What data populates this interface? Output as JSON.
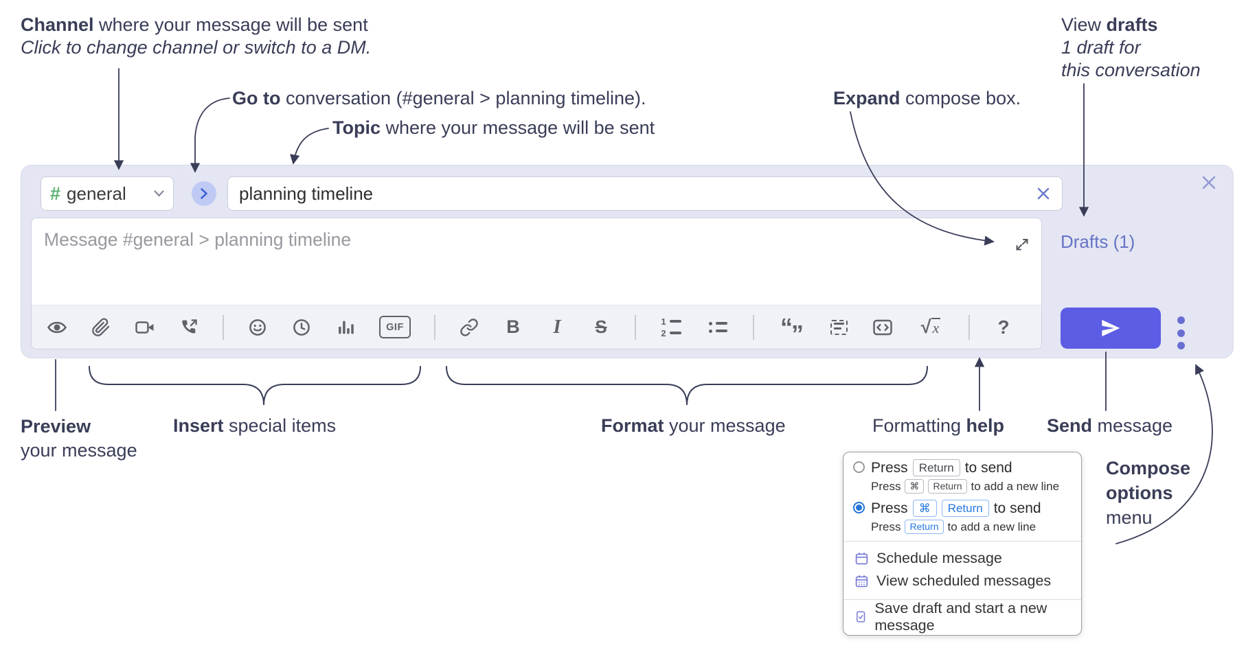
{
  "labels": {
    "channel": {
      "bold": "Channel",
      "rest": " where your message will be sent",
      "sub": "Click to change channel or switch to a DM."
    },
    "goto": {
      "bold": "Go to",
      "rest": " conversation (#general > planning timeline)."
    },
    "topic": {
      "bold": "Topic",
      "rest": " where your message will be sent"
    },
    "expand": {
      "bold": "Expand",
      "rest": " compose box."
    },
    "drafts": {
      "pre": "View ",
      "bold": "drafts",
      "line2": "1 draft for",
      "line3": "this conversation"
    },
    "preview": {
      "bold": "Preview",
      "line2": "your message"
    },
    "insert": {
      "bold": "Insert",
      "rest": " special items"
    },
    "format": {
      "bold": "Format",
      "rest": " your message"
    },
    "help": {
      "pre": "Formatting ",
      "bold": "help"
    },
    "send": {
      "bold": "Send",
      "rest": " message"
    },
    "compose_options": {
      "line1": "Compose",
      "line2": "options",
      "line3": "menu"
    }
  },
  "compose": {
    "channel": {
      "hash": "#",
      "name": "general"
    },
    "topic_value": "planning timeline",
    "message_placeholder": "Message #general > planning timeline",
    "drafts_link": "Drafts (1)",
    "toolbar": {
      "bold": "B",
      "italic": "I",
      "strike": "S",
      "gif": "GIF",
      "sqrt": "√",
      "sqrt_x": "x",
      "help": "?",
      "ol1": "1",
      "ol2": "2",
      "quote_open": "“",
      "quote_close": "”",
      "icons": [
        "preview-eye",
        "attach-paperclip",
        "video-call",
        "voice-call",
        "emoji-smiley",
        "time-clock",
        "poll-bar-chart",
        "gif",
        "link",
        "bold",
        "italic",
        "strikethrough",
        "numbered-list",
        "bulleted-list",
        "quote",
        "spoiler",
        "code",
        "math",
        "help"
      ]
    }
  },
  "menu": {
    "opt1": {
      "press": "Press",
      "key": "Return",
      "send": "to send",
      "sub_press": "Press",
      "sub_key1": "⌘",
      "sub_key2": "Return",
      "sub_rest": "to add a new line"
    },
    "opt2": {
      "press": "Press",
      "key1": "⌘",
      "key2": "Return",
      "send": "to send",
      "sub_press": "Press",
      "sub_key": "Return",
      "sub_rest": "to add a new line"
    },
    "item_schedule": "Schedule message",
    "item_view_scheduled": "View scheduled messages",
    "item_save_draft": "Save draft and start a new message"
  },
  "colors": {
    "container_bg": "#e4e6f3",
    "send_button": "#5c5ce4",
    "channel_hash_green": "#5fb272",
    "drafts_link": "#6673c5",
    "goto_circle_bg": "#bfcaf4",
    "kbd_blue": "#2677e0",
    "menu_icon_purple": "#7a7ed8",
    "annotation_text": "#393d57",
    "toolbar_icon_gray": "#5f6269"
  }
}
